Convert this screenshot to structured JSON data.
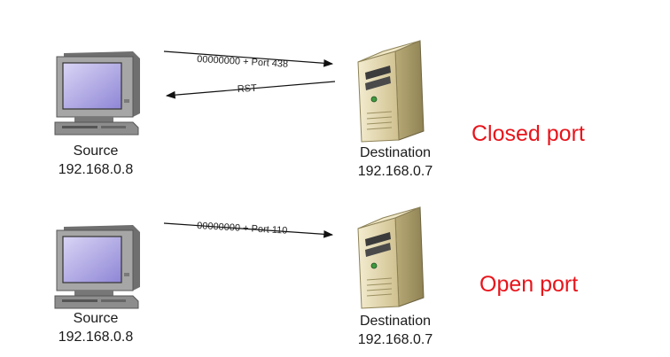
{
  "scenarios": [
    {
      "source": {
        "name": "Source",
        "ip": "192.168.0.8"
      },
      "destination": {
        "name": "Destination",
        "ip": "192.168.0.7"
      },
      "request_label": "00000000 + Port 438",
      "response_label": "RST",
      "status": "Closed port"
    },
    {
      "source": {
        "name": "Source",
        "ip": "192.168.0.8"
      },
      "destination": {
        "name": "Destination",
        "ip": "192.168.0.7"
      },
      "request_label": "00000000 + Port 110",
      "status": "Open port"
    }
  ],
  "colors": {
    "status_text": "#e8141b",
    "monitor_screen": "#b9b3e8",
    "computer_body": "#9a9a9a",
    "server_body": "#e8dcb3"
  },
  "icons": [
    "desktop-computer-icon",
    "server-icon"
  ]
}
